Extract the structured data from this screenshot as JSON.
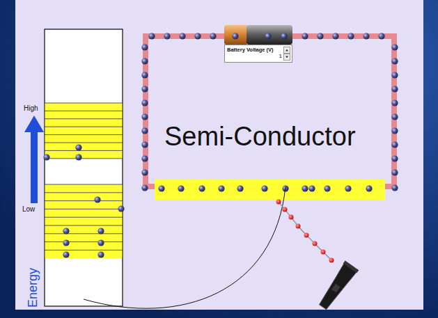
{
  "diagram": {
    "nodes": [
      {
        "text": [
          "Battery Voltage (V)",
          "1"
        ]
      }
    ],
    "labels": [
      "High",
      "Low",
      "Energy",
      "Semi-Conductor"
    ]
  }
}
